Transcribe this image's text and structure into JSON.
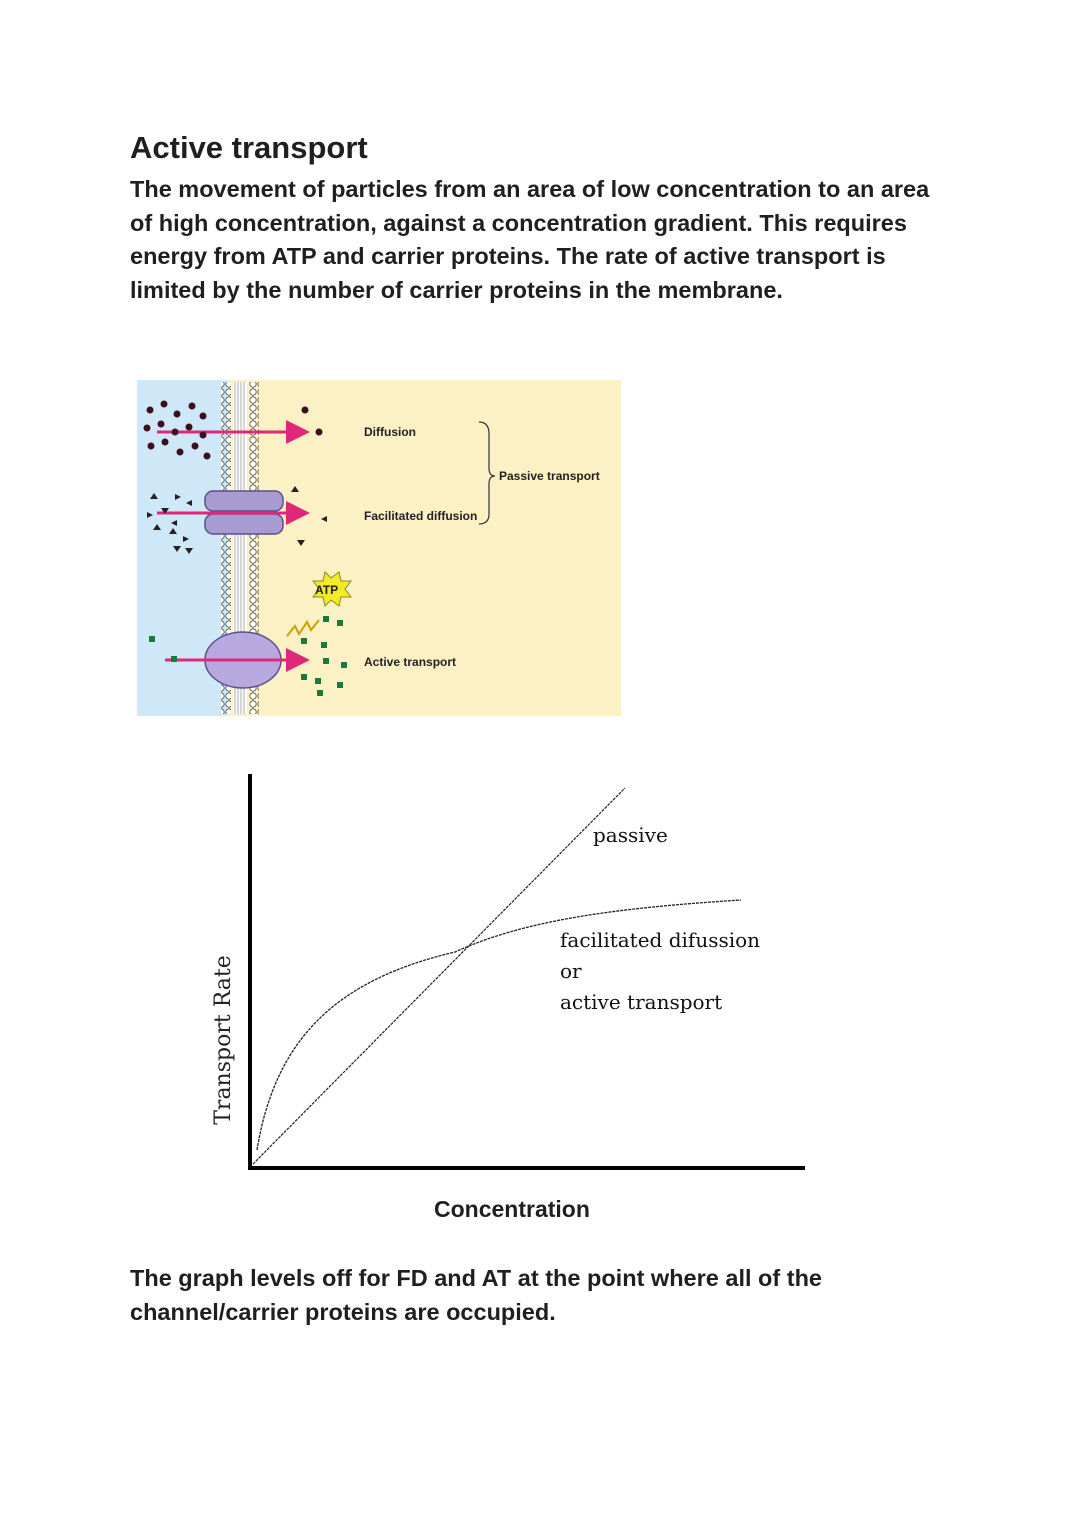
{
  "heading": "Active transport",
  "intro": "The movement of particles from an area of low concentration to an area of high concentration, against a concentration gradient. This requires energy from ATP and carrier proteins. The rate of active transport is limited by the number of carrier proteins in the membrane.",
  "diagram": {
    "labels": {
      "diffusion": "Diffusion",
      "facilitated": "Facilitated diffusion",
      "passive": "Passive transport",
      "active": "Active transport",
      "atp": "ATP"
    },
    "colors": {
      "outside": "#cfe8f7",
      "inside": "#fbf1c4",
      "arrow": "#e0287a",
      "protein": "#a79bd2",
      "molecule_dot": "#3a0d1f",
      "molecule_square": "#1a7a3c"
    }
  },
  "graph": {
    "ylabel": "Transport Rate",
    "xlabel": "Concentration",
    "passive_label": "passive",
    "fd_label_1": "facilitated difussion",
    "fd_label_2": "or",
    "fd_label_3": "active transport"
  },
  "outro": "The graph levels off for FD and AT at the point where all of the channel/carrier proteins are occupied."
}
